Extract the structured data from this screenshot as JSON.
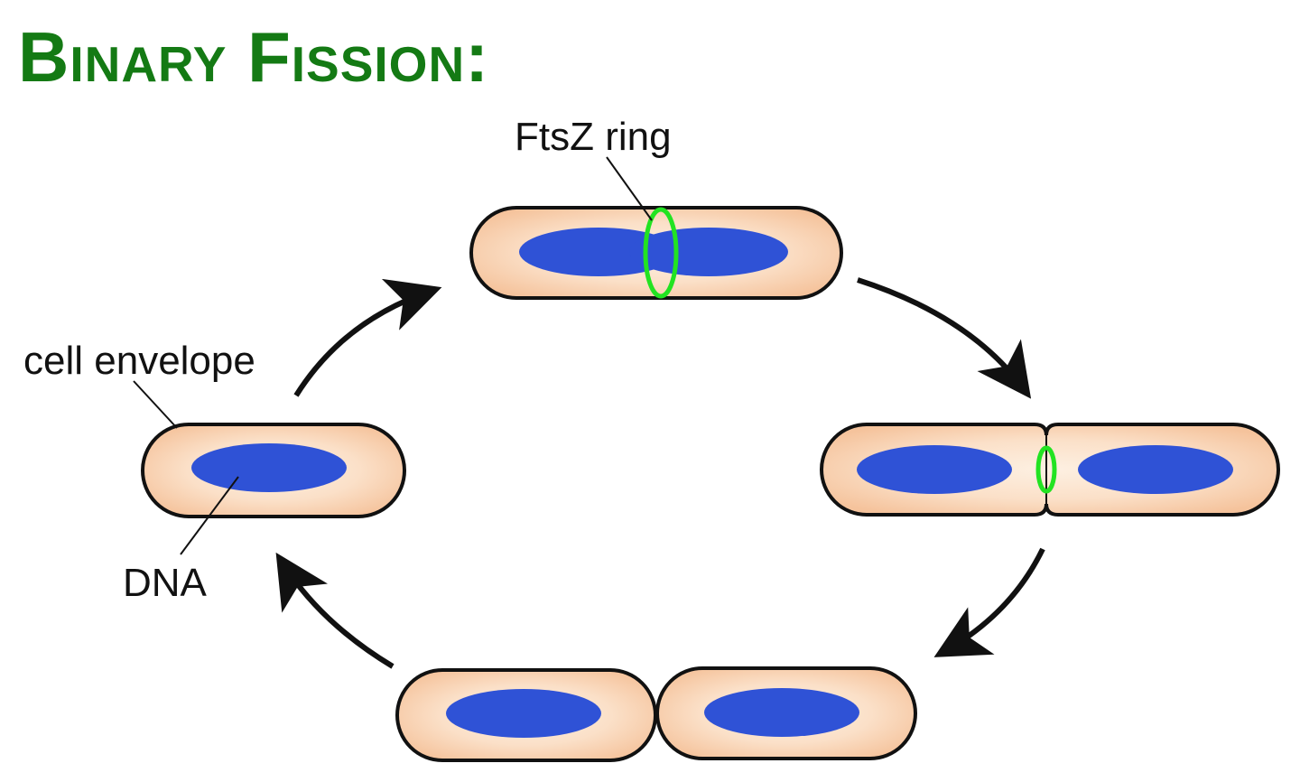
{
  "title": "Binary Fission:",
  "labels": {
    "ftsz_ring": "FtsZ ring",
    "cell_envelope": "cell envelope",
    "dna": "DNA"
  },
  "colors": {
    "title": "#147a14",
    "cytoplasm_center": "#fdf0e2",
    "cytoplasm_edge": "#f7c9a4",
    "dna": "#2f52d6",
    "ftsz_ring": "#22e322",
    "outline": "#111111",
    "arrow": "#111111"
  }
}
